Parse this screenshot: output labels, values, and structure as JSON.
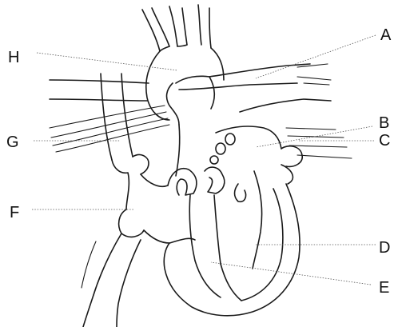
{
  "diagram": {
    "subject": "heart",
    "labels": {
      "A": "A",
      "B": "B",
      "C": "C",
      "D": "D",
      "E": "E",
      "F": "F",
      "G": "G",
      "H": "H"
    },
    "colors": {
      "ink": "#1a1a1a",
      "leader": "#555555",
      "background": "#ffffff"
    }
  }
}
